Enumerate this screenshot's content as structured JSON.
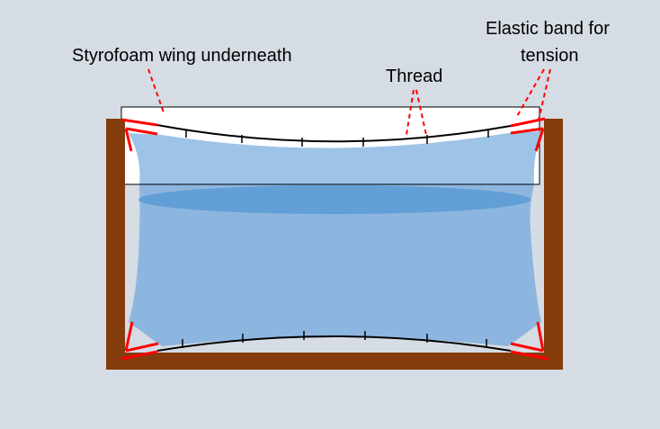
{
  "labels": {
    "styrofoam_wing": "Styrofoam wing underneath",
    "thread": "Thread",
    "elastic_line1": "Elastic band for",
    "elastic_line2": "tension"
  },
  "colors": {
    "background": "#d6dce4",
    "frame": "#843c0c",
    "water": "#9dc3e6",
    "water_surface": "#5b9bd5",
    "elastic": "#ff0000",
    "leader_line": "#ff0000",
    "thread": "#000000"
  }
}
